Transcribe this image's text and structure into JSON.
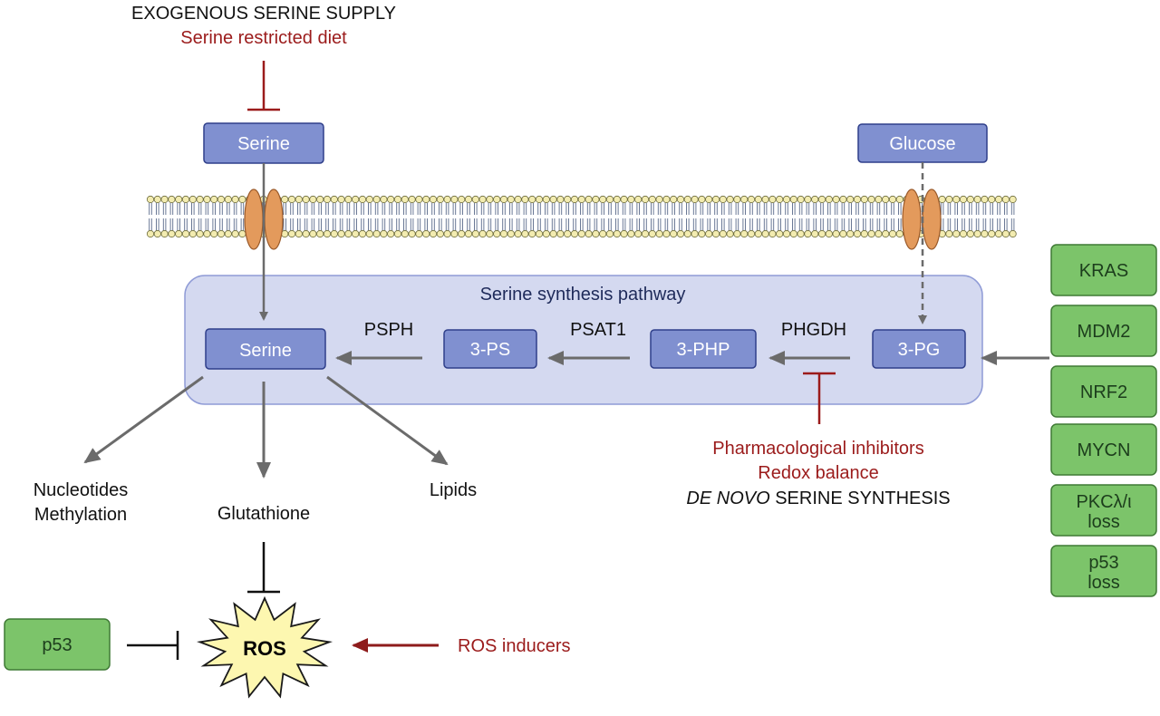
{
  "top": {
    "supply_label": "EXOGENOUS SERINE SUPPLY",
    "diet_label": "Serine restricted diet"
  },
  "nodes": {
    "serine_out": "Serine",
    "glucose": "Glucose",
    "serine_in": "Serine",
    "ps3": "3-PS",
    "php3": "3-PHP",
    "pg3": "3-PG"
  },
  "pathway": {
    "title": "Serine synthesis pathway",
    "enzymes": {
      "psph": "PSPH",
      "psat1": "PSAT1",
      "phgdh": "PHGDH"
    }
  },
  "outputs": {
    "nucleotides": "Nucleotides",
    "methylation": "Methylation",
    "glutathione": "Glutathione",
    "lipids": "Lipids"
  },
  "inhibition": {
    "pharma": "Pharmacological inhibitors",
    "redox": "Redox balance",
    "denovo_italic": "DE NOVO",
    "denovo_rest": " SERINE SYNTHESIS"
  },
  "regulators": [
    {
      "lines": [
        "KRAS"
      ]
    },
    {
      "lines": [
        "MDM2"
      ]
    },
    {
      "lines": [
        "NRF2"
      ]
    },
    {
      "lines": [
        "MYCN"
      ]
    },
    {
      "lines": [
        "PKCλ/ι",
        "loss"
      ]
    },
    {
      "lines": [
        "p53",
        "loss"
      ]
    }
  ],
  "bottom": {
    "p53": "p53",
    "ros": "ROS",
    "ros_inducers": "ROS inducers"
  },
  "colors": {
    "node_fill": "#8090d0",
    "node_stroke": "#2f3f8a",
    "pathway_fill": "#d4d9f0",
    "green_fill": "#7cc46a",
    "green_stroke": "#3f7a35",
    "arrow_gray": "#6b6b6b",
    "inhibit_red": "#9b1b1b",
    "membrane_head": "#f3ecb0",
    "channel": "#e39a5c"
  }
}
